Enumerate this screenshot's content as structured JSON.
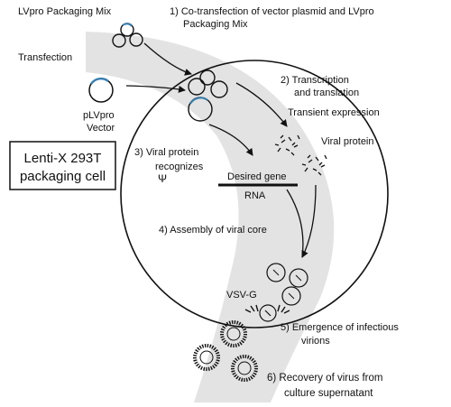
{
  "diagram": {
    "labels": {
      "lvpro_mix": "LVpro Packaging Mix",
      "step1_line1": "1) Co-transfection of vector plasmid and LVpro",
      "step1_line2": "Packaging Mix",
      "transfection": "Transfection",
      "step2_line1": "2)  Transcription",
      "step2_line2": "and translation",
      "transient": "Transient expression",
      "plv_line1": "pLVpro",
      "plv_line2": "Vector",
      "viral_protein": "Viral protein",
      "step3_line1": "3)  Viral protein",
      "step3_line2": "recognizes",
      "psi": "Ψ",
      "desired_gene": "Desired gene",
      "rna": "RNA",
      "cell_line1": "Lenti-X 293T",
      "cell_line2": "packaging cell",
      "step4": "4) Assembly of viral core",
      "vsvg": "VSV-G",
      "step5_line1": "5)  Emergence of infectious",
      "step5_line2": "virions",
      "step6_line1": "6)  Recovery of virus from",
      "step6_line2": "culture supernatant"
    },
    "colors": {
      "band": "#e3e3e3",
      "ink": "#111111",
      "plasmid_accent": "#3a7fb0"
    }
  }
}
